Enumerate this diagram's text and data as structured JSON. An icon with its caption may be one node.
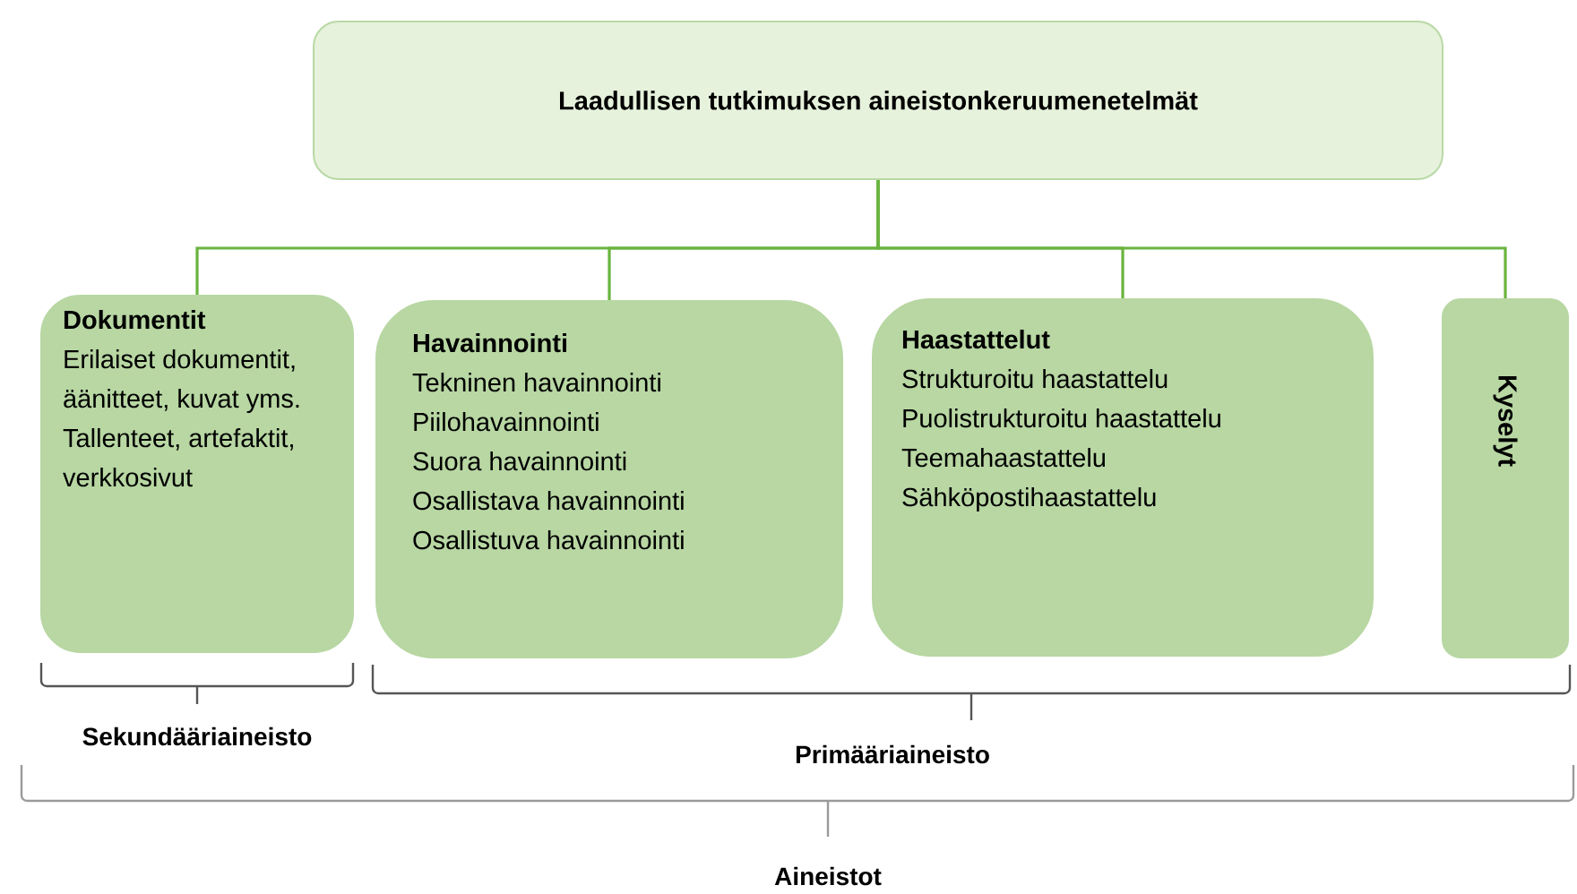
{
  "diagram": {
    "nodes": [
      {
        "text": [
          "Laadullisen tutkimuksen aineistonkeruumenetelmät"
        ]
      },
      {
        "text": [
          "Dokumentit",
          "Erilaiset dokumentit, äänitteet, kuvat yms. Tallenteet, artefaktit, verkkosivut"
        ]
      },
      {
        "text": [
          "Havainnointi",
          "Tekninen havainnointi",
          "Piilohavainnointi",
          "Suora havainnointi",
          "Osallistava havainnointi",
          "Osallistuva havainnointi"
        ]
      },
      {
        "text": [
          "Haastattelut",
          "Strukturoitu haastattelu",
          "Puolistrukturoitu haastattelu",
          "Teemahaastattelu",
          "Sähköpostihaastattelu"
        ]
      },
      {
        "text": [
          "Kyselyt"
        ]
      }
    ],
    "edges": [
      {
        "from": 0,
        "to": 1,
        "arrow": "none"
      },
      {
        "from": 0,
        "to": 2,
        "arrow": "none"
      },
      {
        "from": 0,
        "to": 3,
        "arrow": "none"
      },
      {
        "from": 0,
        "to": 4,
        "arrow": "none"
      }
    ],
    "labels": [
      "Sekundääriaineisto",
      "Primääriaineisto",
      "Aineistot"
    ]
  }
}
